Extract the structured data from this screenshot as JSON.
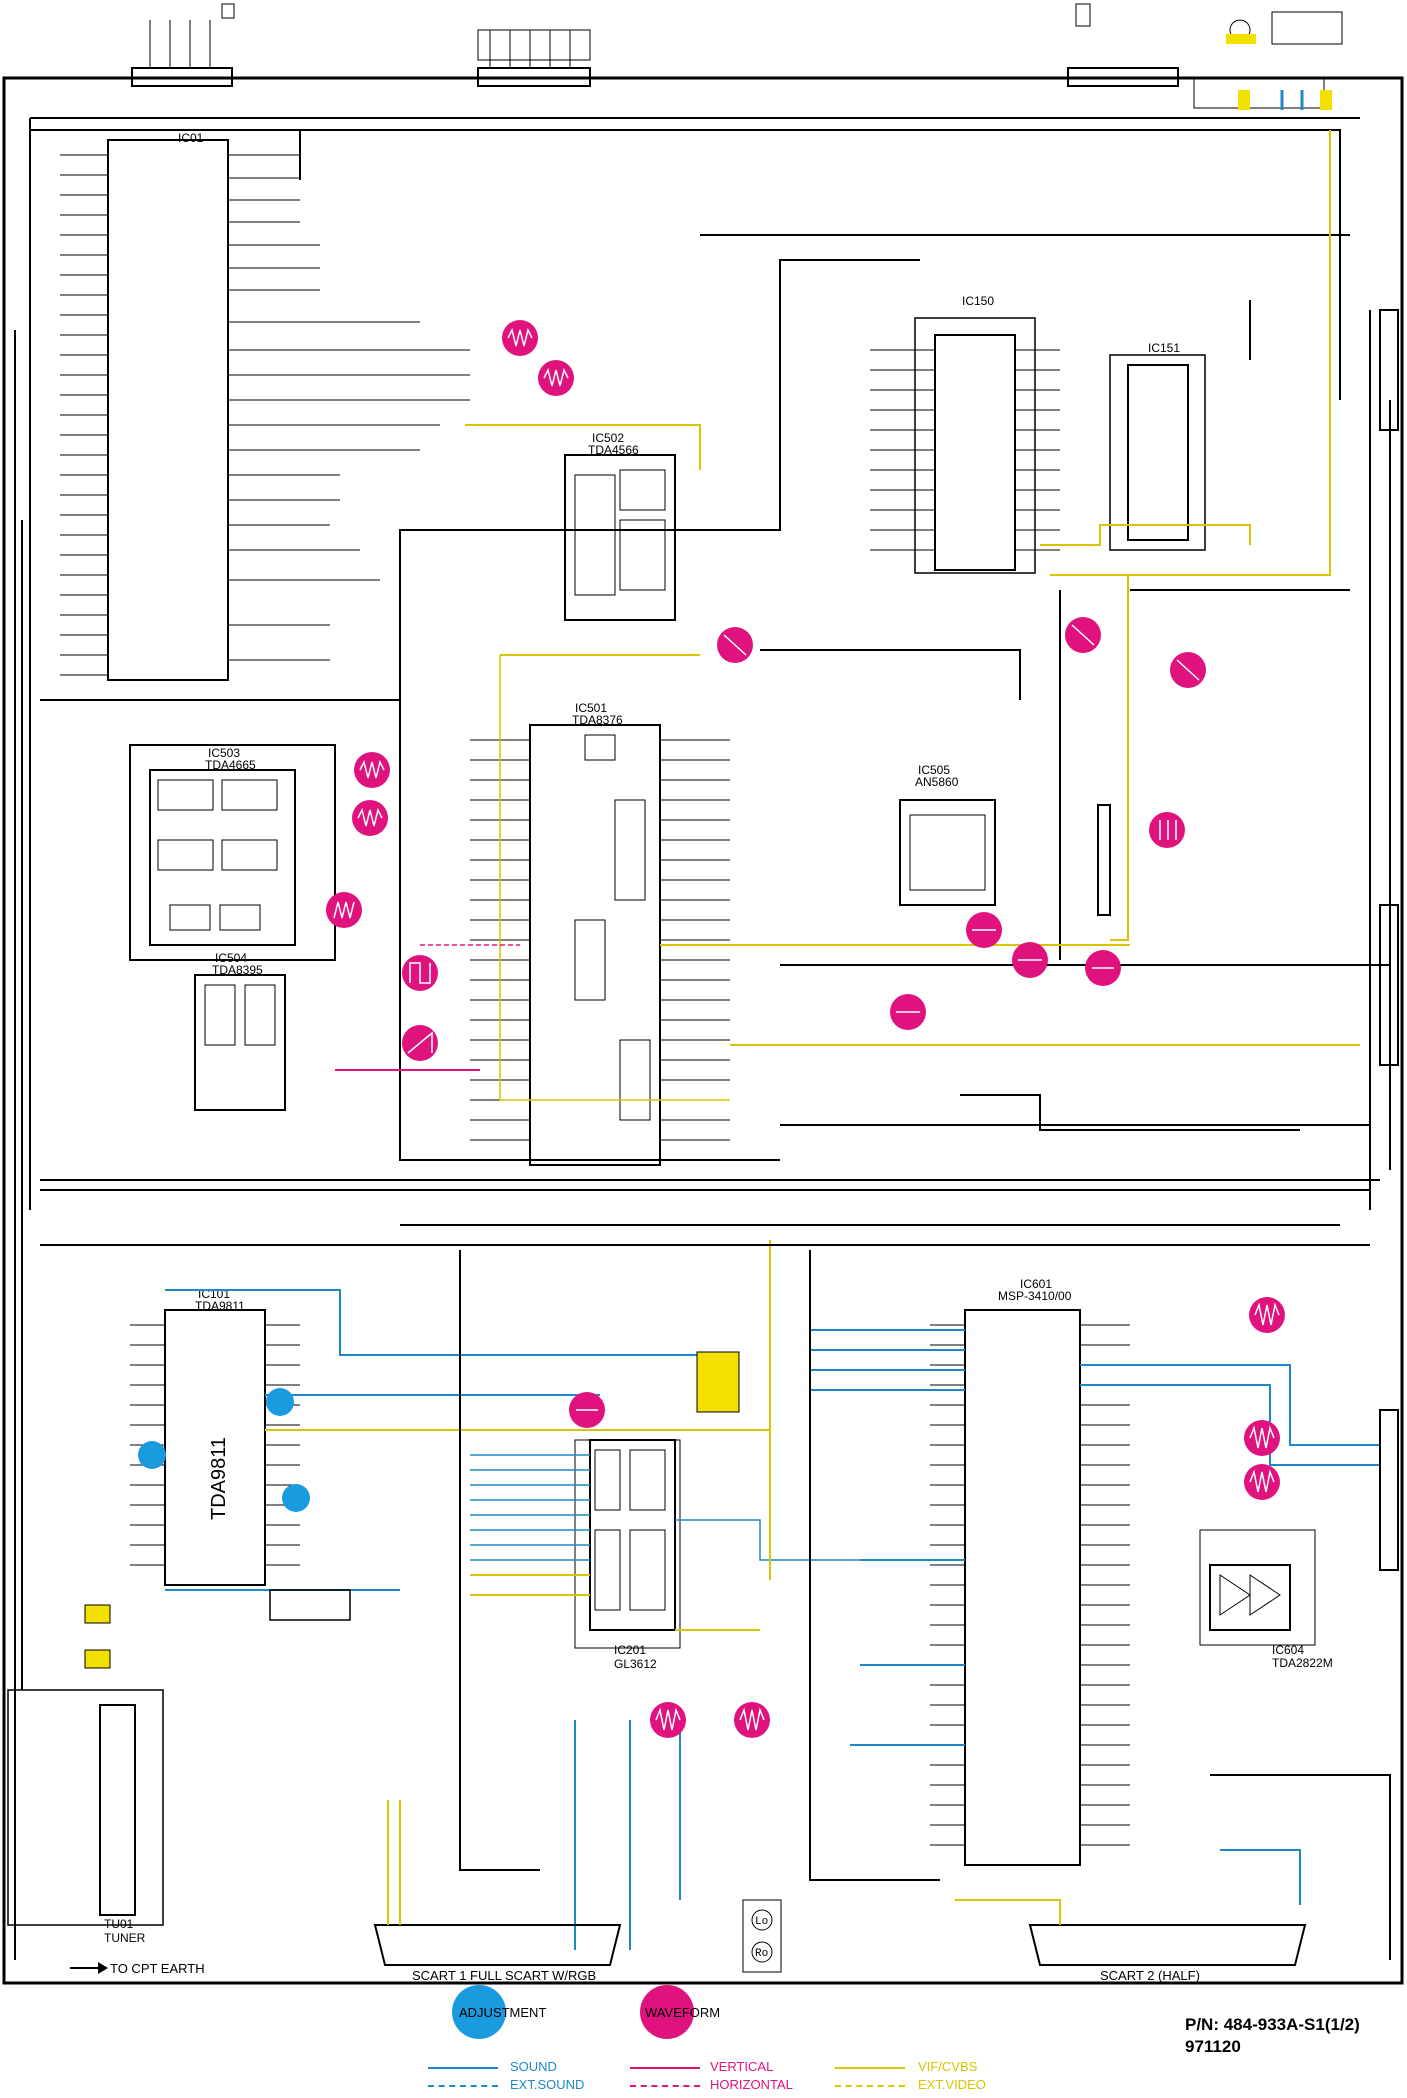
{
  "ics": {
    "ic01": {
      "name": "IC01"
    },
    "ic150": {
      "name": "IC150"
    },
    "ic151": {
      "name": "IC151"
    },
    "ic502": {
      "name": "IC502",
      "part": "TDA4566"
    },
    "ic501": {
      "name": "IC501",
      "part": "TDA8376"
    },
    "ic503": {
      "name": "IC503",
      "part": "TDA4665"
    },
    "ic504": {
      "name": "IC504",
      "part": "TDA8395"
    },
    "ic505": {
      "name": "IC505",
      "part": "AN5860"
    },
    "ic101": {
      "name": "IC101",
      "part": "TDA9811"
    },
    "ic201": {
      "name": "IC201",
      "part": "GL3612"
    },
    "ic601": {
      "name": "IC601",
      "part": "MSP-3410/00"
    },
    "ic604": {
      "name": "IC604",
      "part": "TDA2822M"
    },
    "tu01": {
      "name": "TU01",
      "part": "TUNER"
    }
  },
  "labels": {
    "cpt_earth": "TO CPT EARTH",
    "scart1": "SCART 1  FULL SCART W/RGB",
    "scart2": "SCART 2 (HALF)",
    "lo": "Lo",
    "ro": "Ro",
    "tda9811_vertical": "TDA9811"
  },
  "legend": {
    "adjustment": "ADJUSTMENT",
    "waveform": "WAVEFORM",
    "sound": "SOUND",
    "ext_sound": "EXT.SOUND",
    "vertical": "VERTICAL",
    "horizontal": "HORIZONTAL",
    "vif_cvbs": "VIF/CVBS",
    "ext_video": "EXT.VIDEO"
  },
  "part_number": "P/N: 484-933A-S1(1/2)",
  "doc_code": "971120",
  "colors": {
    "sound": "#1e88c9",
    "adjustment": "#1a9be0",
    "waveform": "#e0137e",
    "vertical": "#e0137e",
    "video": "#d8c400",
    "wire": "#000000"
  }
}
